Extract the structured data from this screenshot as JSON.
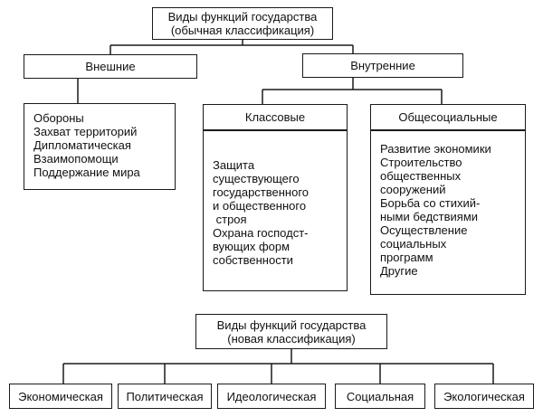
{
  "old_classification": {
    "title_line1": "Виды функций государства",
    "title_line2": "(обычная классификация)",
    "external": {
      "label": "Внешние",
      "items": [
        "Обороны",
        "Захват территорий",
        "Дипломатическая",
        "Взаимопомощи",
        "Поддержание мира"
      ]
    },
    "internal": {
      "label": "Внутренние",
      "class": {
        "label": "Классовые",
        "items": [
          "Защита",
          "существующего",
          "государственного",
          "и общественного",
          " строя",
          "Охрана господст-",
          "вующих форм",
          "собственности"
        ]
      },
      "social": {
        "label": "Общесоциальные",
        "items": [
          "Развитие экономики",
          "Строительство",
          "общественных",
          "сооружений",
          "Борьба со стихий-",
          "ными бедствиями",
          "Осуществление",
          "социальных",
          "программ",
          "Другие"
        ]
      }
    }
  },
  "new_classification": {
    "title_line1": "Виды функций государства",
    "title_line2": "(новая классификация)",
    "functions": [
      "Экономическая",
      "Политическая",
      "Идеологическая",
      "Социальная",
      "Экологическая"
    ]
  },
  "colors": {
    "line": "#1a1a1a",
    "background": "#ffffff"
  }
}
